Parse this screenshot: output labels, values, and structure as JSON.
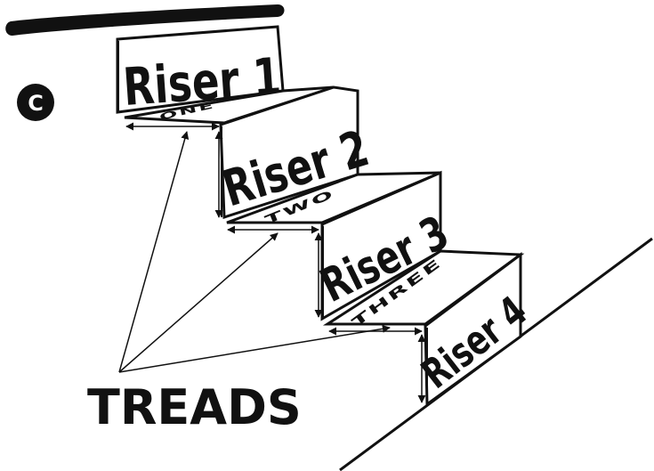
{
  "figure_label": "C",
  "risers": [
    {
      "label": "Riser 1"
    },
    {
      "label": "Riser 2"
    },
    {
      "label": "Riser 3"
    },
    {
      "label": "Riser 4"
    }
  ],
  "treads": [
    {
      "label": "ONE"
    },
    {
      "label": "TWO"
    },
    {
      "label": "THREE"
    }
  ],
  "callout_label": "TREADS",
  "colors": {
    "ink": "#111111",
    "paper": "#ffffff"
  }
}
